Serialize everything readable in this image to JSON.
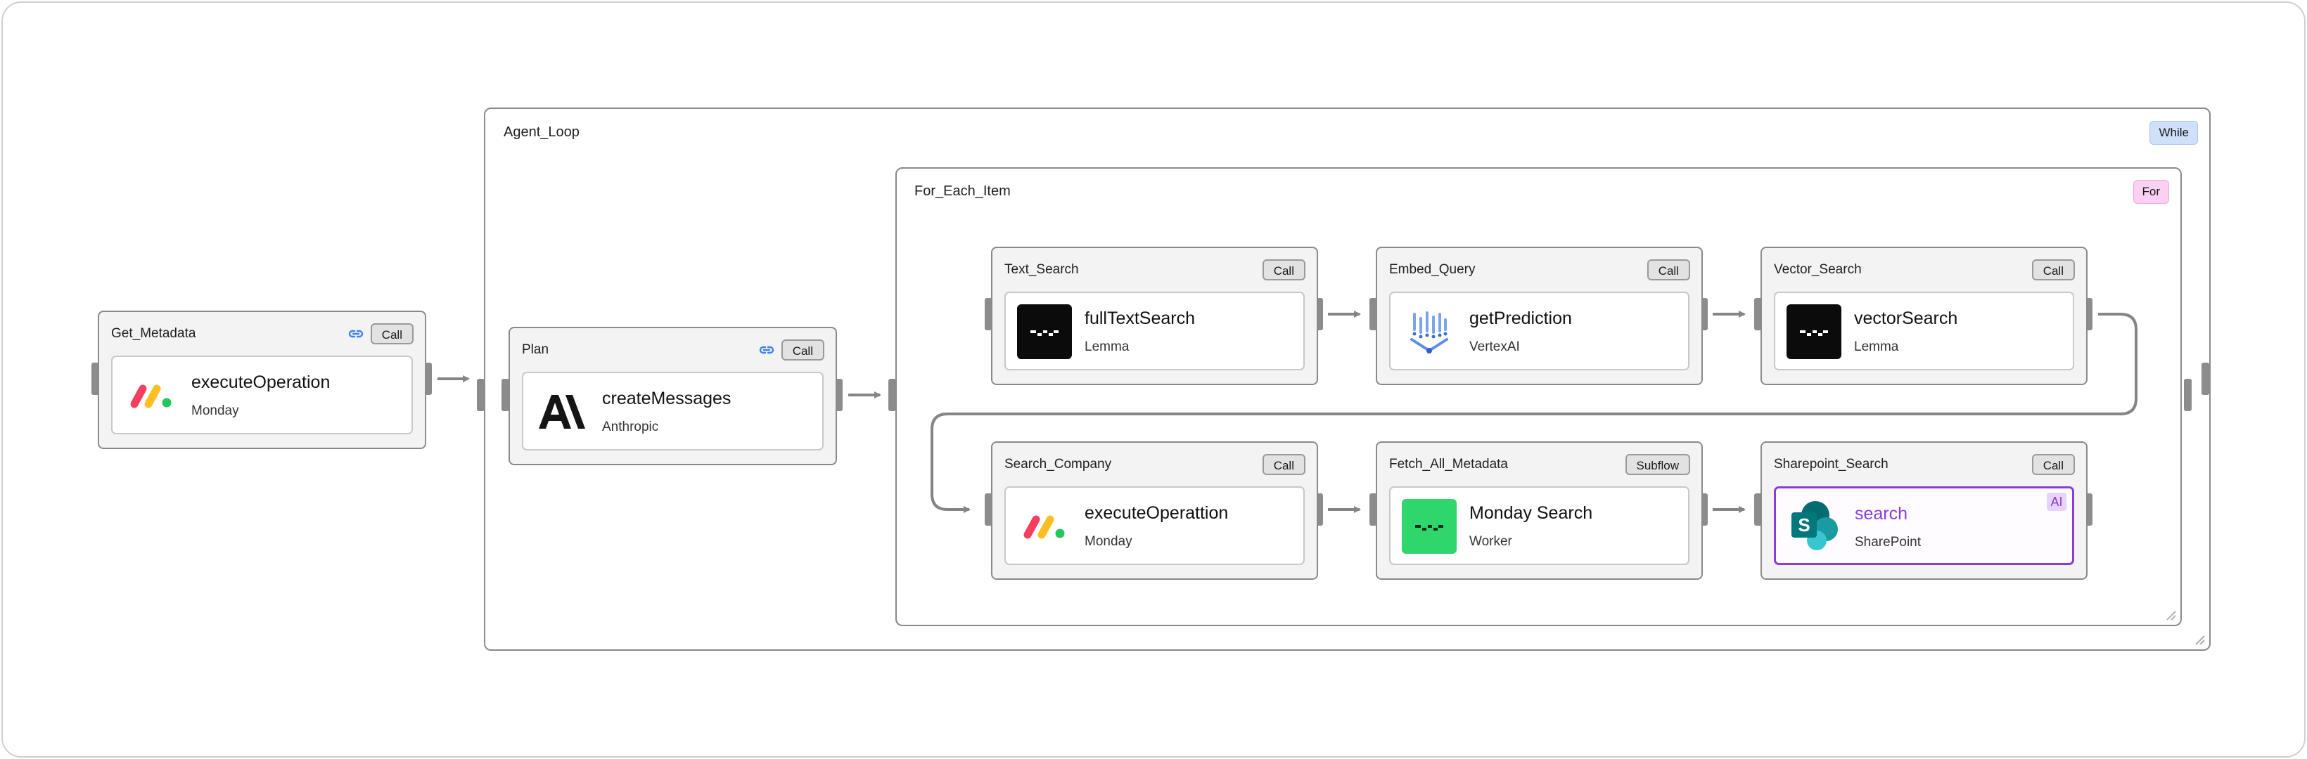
{
  "colors": {
    "border": "#8a8a8a",
    "while_tag_bg": "#cfe0fb",
    "for_tag_bg": "#fbd0f0",
    "ai_accent": "#8a3bd8",
    "wire": "#858585"
  },
  "groups": {
    "agent_loop": {
      "title": "Agent_Loop",
      "tag": "While"
    },
    "for_each_item": {
      "title": "For_Each_Item",
      "tag": "For"
    }
  },
  "nodes": {
    "get_metadata": {
      "title": "Get_Metadata",
      "button": "Call",
      "operation": "executeOperation",
      "provider": "Monday",
      "icon": "monday-logo"
    },
    "plan": {
      "title": "Plan",
      "button": "Call",
      "operation": "createMessages",
      "provider": "Anthropic",
      "icon": "anthropic-logo"
    },
    "text_search": {
      "title": "Text_Search",
      "button": "Call",
      "operation": "fullTextSearch",
      "provider": "Lemma",
      "icon": "lemma-logo"
    },
    "embed_query": {
      "title": "Embed_Query",
      "button": "Call",
      "operation": "getPrediction",
      "provider": "VertexAI",
      "icon": "vertexai-logo"
    },
    "vector_search": {
      "title": "Vector_Search",
      "button": "Call",
      "operation": "vectorSearch",
      "provider": "Lemma",
      "icon": "lemma-logo"
    },
    "search_company": {
      "title": "Search_Company",
      "button": "Call",
      "operation": "executeOperattion",
      "provider": "Monday",
      "icon": "monday-logo"
    },
    "fetch_all_metadata": {
      "title": "Fetch_All_Metadata",
      "button": "Subflow",
      "operation": "Monday Search",
      "provider": "Worker",
      "icon": "worker-logo"
    },
    "sharepoint_search": {
      "title": "Sharepoint_Search",
      "button": "Call",
      "operation": "search",
      "provider": "SharePoint",
      "badge": "AI",
      "icon": "sharepoint-logo"
    }
  }
}
